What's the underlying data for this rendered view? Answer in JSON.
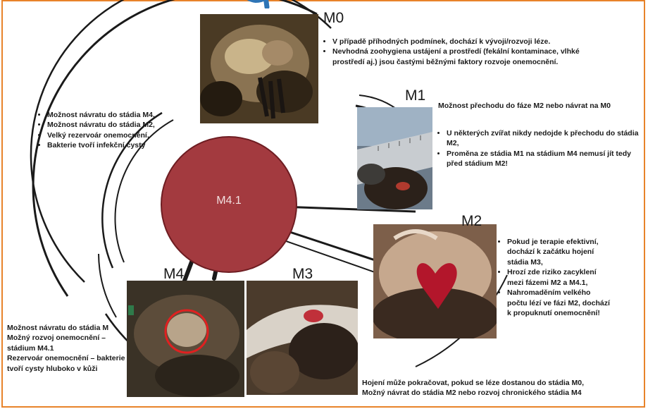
{
  "colors": {
    "m41_fill": "#a33a3f",
    "m41_stroke": "#6e1d22",
    "frame_orange": "#e8832a",
    "title_blue": "#2e75b6",
    "arrow": "#1a1a1a",
    "m4_circle": "#e02020"
  },
  "center": {
    "label": "M4.1"
  },
  "stages": {
    "m0": {
      "label": "M0"
    },
    "m1": {
      "label": "M1"
    },
    "m2": {
      "label": "M2"
    },
    "m3": {
      "label": "M3"
    },
    "m4": {
      "label": "M4"
    }
  },
  "notes": {
    "m0": [
      "V případě příhodných podmínek, dochází k vývoji/rozvoji léze.",
      "Nevhodná zoohygiena ustájení a prostředí (fekální kontaminace, vlhké prostředí aj.) jsou častými běžnými faktory rozvoje onemocnění."
    ],
    "m1_heading": "Možnost přechodu do fáze M2 nebo návrat na M0",
    "m1": [
      "U některých zvířat nikdy nedojde k přechodu do stádia M2,",
      "Proměna ze stádia M1 na stádium M4 nemusí jít tedy před stádium M2!"
    ],
    "m2": [
      "Pokud je terapie efektivní, dochází k začátku hojení stádia M3,",
      "Hrozí zde riziko zacyklení mezi fázemi M2 a M4.1,",
      "Nahromaděním velkého počtu lézí ve fázi M2, dochází k propuknutí onemocnění!"
    ],
    "m3": [
      "Hojení může pokračovat, pokud se léze dostanou do stádia M0,",
      "Možný návrat do stádia M2 nebo rozvoj chronického stádia M4"
    ],
    "m41": [
      "Možnost návratu do stádia M4,",
      "Možnost návratu do stádia M2,",
      "Velký rezervoár onemocnění,",
      "Bakterie tvoří infekční cysty"
    ],
    "m4": [
      "Možnost návratu do stádia M",
      "Možný rozvoj onemocnění – stádium M4.1",
      "Rezervoár onemocnění – bakterie tvoří cysty hluboko v kůži"
    ]
  }
}
